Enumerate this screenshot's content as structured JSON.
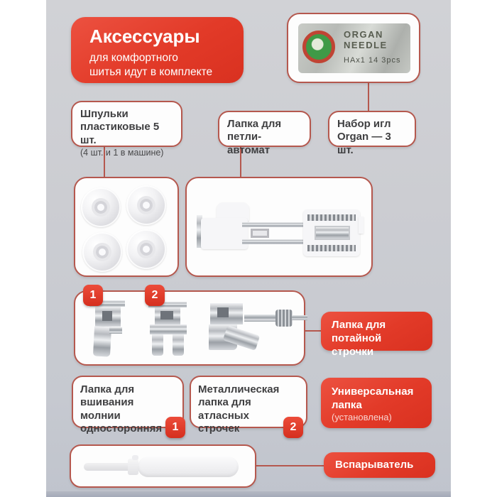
{
  "colors": {
    "accent_red": "#e23a28",
    "outline_red": "#b5584e",
    "text_dark": "#3f3f41",
    "background_gray": "#cbcdd2",
    "card_white": "#fdfdfd"
  },
  "header": {
    "title": "Аксессуары",
    "subtitle_line1": "для комфортного",
    "subtitle_line2": "шитья идут в комплекте"
  },
  "needle_pack": {
    "brand_line1": "ORGAN",
    "brand_line2": "NEEDLE",
    "spec": "HAx1 14 3pcs"
  },
  "badges": {
    "one": "1",
    "two": "2"
  },
  "cards": {
    "bobbins": {
      "line1": "Шпульки",
      "line2": "пластиковые 5 шт.",
      "note": "(4 шт. и 1 в машине)"
    },
    "buttonhole": {
      "line1": "Лапка для",
      "line2": "петли-автомат"
    },
    "needles": {
      "line1": "Набор игл",
      "line2": "Organ — 3 шт."
    },
    "blindhem": {
      "line1": "Лапка для",
      "line2": "потайной строчки"
    },
    "zipper": {
      "line1": "Лапка для",
      "line2": "вшивания молнии",
      "line3": "односторонняя"
    },
    "satin": {
      "line1": "Металлическая",
      "line2": "лапка для атласных",
      "line3": "строчек"
    },
    "universal": {
      "line1": "Универсальная",
      "line2": "лапка",
      "note": "(установлена)"
    },
    "ripper": {
      "label": "Вспарыватель"
    }
  }
}
